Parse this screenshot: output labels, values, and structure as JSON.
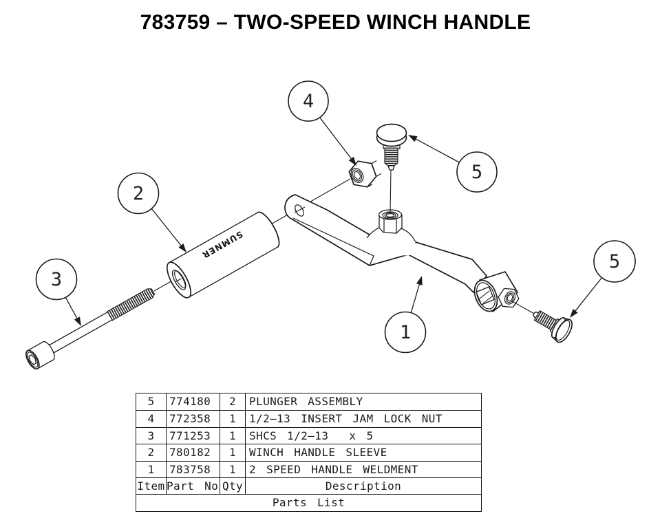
{
  "title": "783759 – TWO-SPEED WINCH HANDLE",
  "diagram": {
    "balloons": [
      {
        "label": "4"
      },
      {
        "label": "5"
      },
      {
        "label": "2"
      },
      {
        "label": "3"
      },
      {
        "label": "1"
      },
      {
        "label": "5"
      }
    ],
    "sleeve_brand": "SUMNER"
  },
  "parts_table": {
    "title": "Parts List",
    "headers": {
      "item": "Item",
      "part_no": "Part No.",
      "qty": "Qty",
      "description": "Description"
    },
    "rows": [
      {
        "item": "5",
        "part_no": "774180",
        "qty": "2",
        "description": "PLUNGER ASSEMBLY"
      },
      {
        "item": "4",
        "part_no": "772358",
        "qty": "1",
        "description": "1/2–13 INSERT JAM LOCK NUT"
      },
      {
        "item": "3",
        "part_no": "771253",
        "qty": "1",
        "description": "SHCS 1/2–13  x 5"
      },
      {
        "item": "2",
        "part_no": "780182",
        "qty": "1",
        "description": "WINCH HANDLE SLEEVE"
      },
      {
        "item": "1",
        "part_no": "783758",
        "qty": "1",
        "description": "2 SPEED HANDLE WELDMENT"
      }
    ]
  }
}
